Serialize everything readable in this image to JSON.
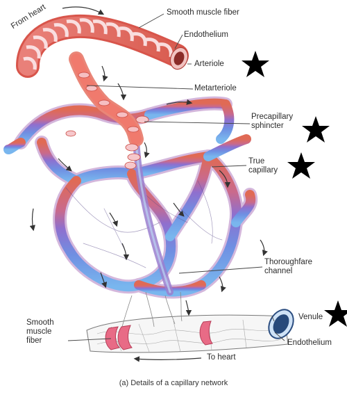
{
  "labels": {
    "from_heart": "From heart",
    "smooth_muscle_fiber_top": "Smooth muscle fiber",
    "endothelium_top": "Endothelium",
    "arteriole": "Arteriole",
    "metarteriole": "Metarteriole",
    "precapillary_sphincter": "Precapillary sphincter",
    "true_capillary": "True capillary",
    "thoroughfare_channel": "Thoroughfare channel",
    "venule": "Venule",
    "smooth_muscle_fiber_bottom": "Smooth muscle fiber",
    "endothelium_bottom": "Endothelium",
    "to_heart": "To heart"
  },
  "caption": "(a) Details of a capillary network",
  "colors": {
    "arterial": "#e8665a",
    "arterial_dark": "#c9473e",
    "muscle_band": "#f2b3b8",
    "capillary_purple": "#8c6fc9",
    "capillary_blue": "#6ea4e8",
    "venous_light": "#f4f4f4",
    "star": "#000000"
  },
  "icons": [
    "star-icon",
    "star-icon",
    "star-icon",
    "star-icon"
  ]
}
